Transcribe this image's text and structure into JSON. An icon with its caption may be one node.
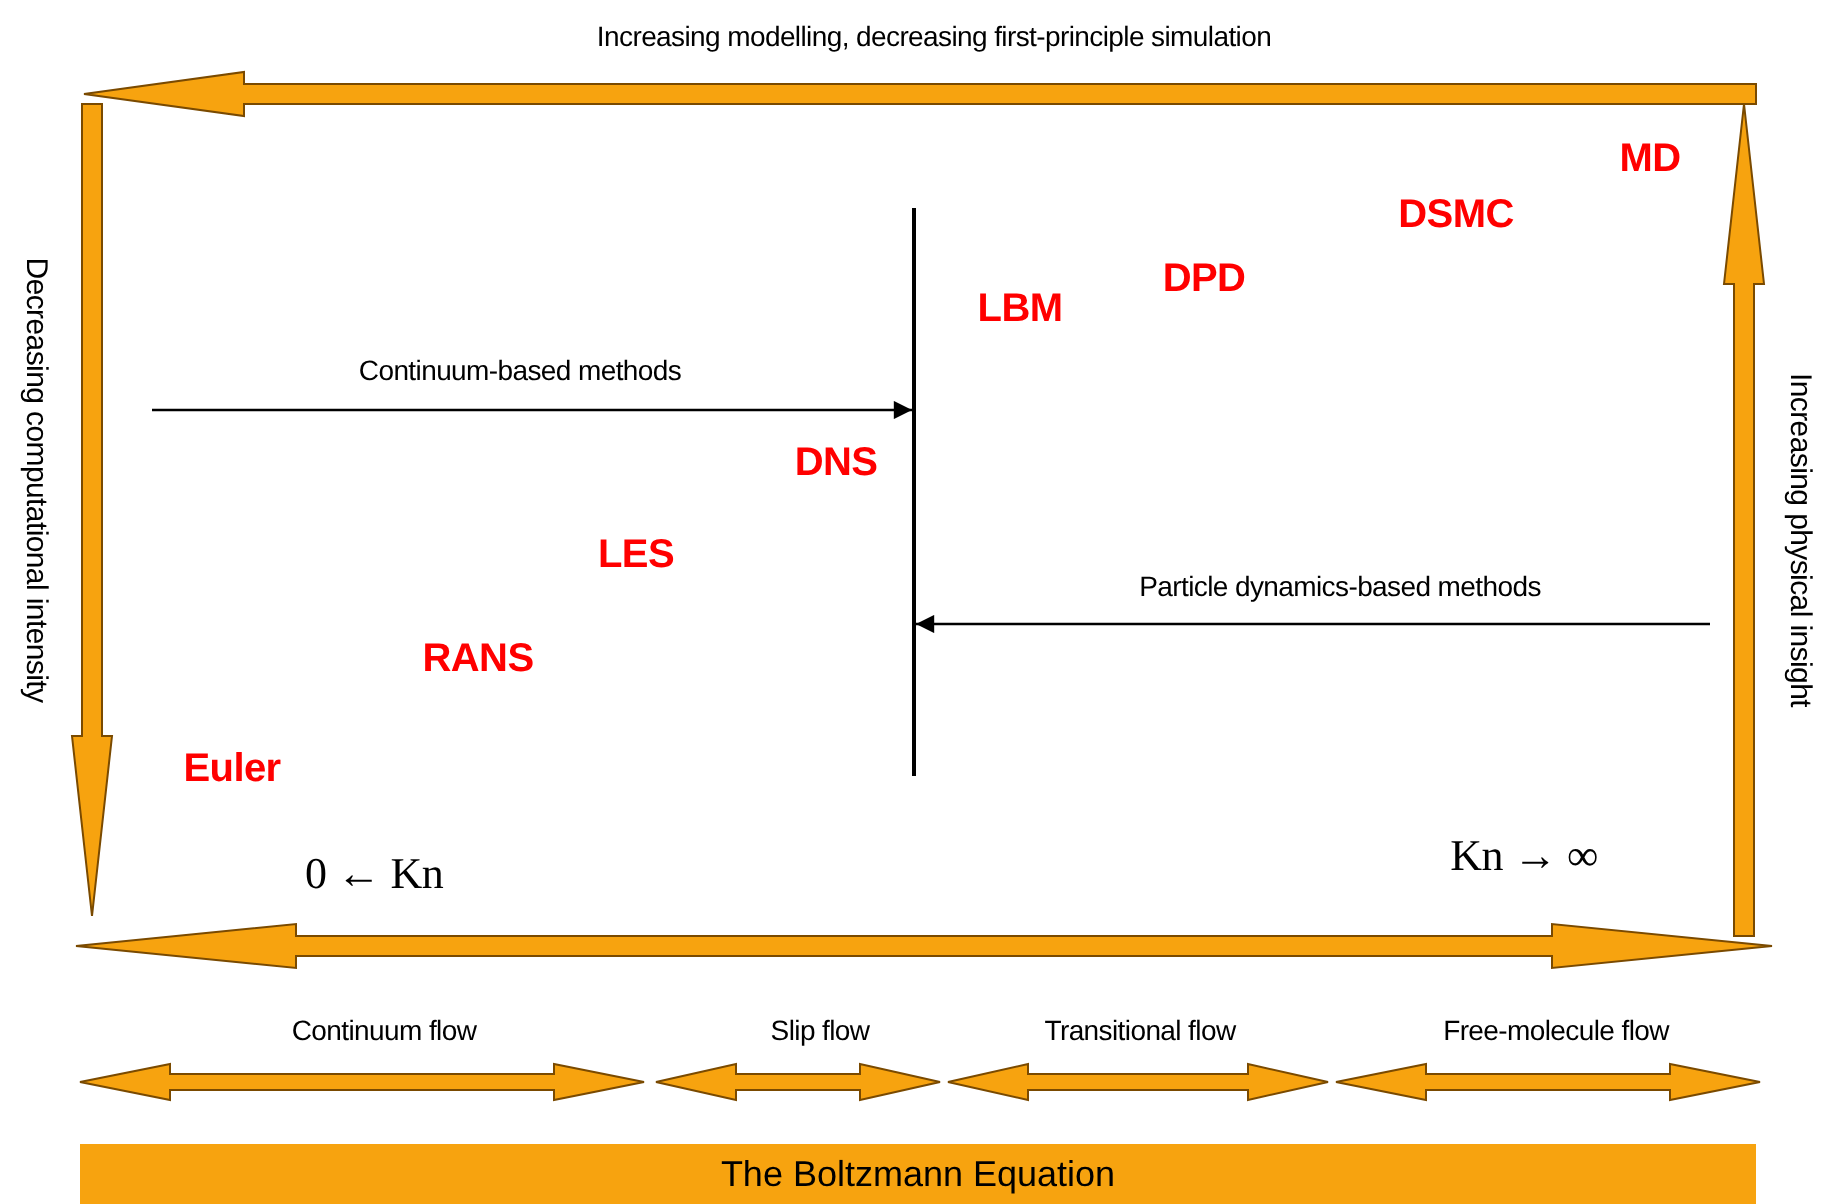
{
  "diagram": {
    "nodes": [
      {
        "text": [
          "The Boltzmann Equation"
        ]
      }
    ],
    "edges": [],
    "labels": [
      "Increasing modelling, decreasing first-principle simulation",
      "MD",
      "DSMC",
      "DPD",
      "LBM",
      "Decreasing computational intensity",
      "Increasing physical insight",
      "Continuum-based methods",
      "DNS",
      "LES",
      "Particle dynamics-based methods",
      "RANS",
      "Euler",
      "0 ← Kn",
      "Kn → ∞",
      "Continuum flow",
      "Slip flow",
      "Transitional flow",
      "Free-molecule flow"
    ]
  }
}
